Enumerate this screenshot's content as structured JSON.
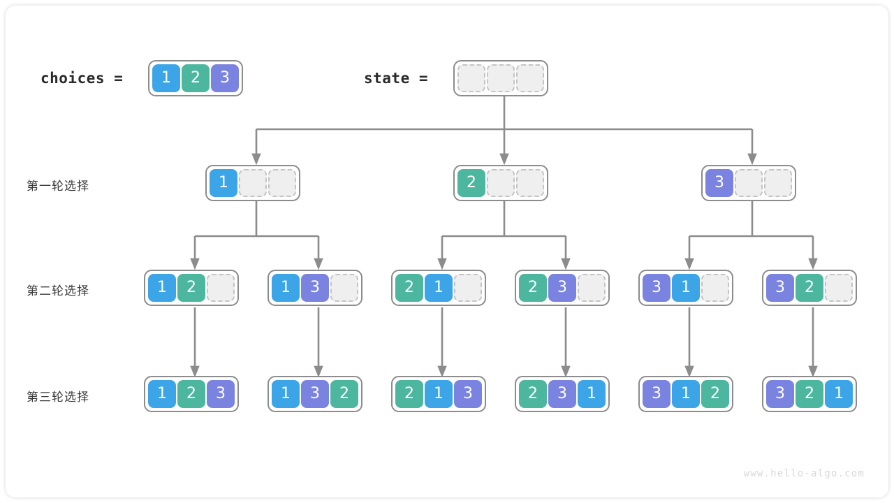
{
  "page": {
    "watermark": "www.hello-algo.com",
    "background": "#ffffff"
  },
  "colors": {
    "value_1": "#3ba5e8",
    "value_2": "#4cb79e",
    "value_3": "#7b83e0",
    "empty_cell": "#efefef",
    "empty_border": "#c4c4c4",
    "node_border": "#8c8c8c",
    "wire": "#8c8c8c",
    "text": "#2b2b2b"
  },
  "header": {
    "choices_label": "choices =",
    "choices_values": [
      "1",
      "2",
      "3"
    ],
    "state_label": "state =",
    "state_values": [
      "",
      "",
      ""
    ]
  },
  "rows": [
    {
      "label": "第一轮选择"
    },
    {
      "label": "第二轮选择"
    },
    {
      "label": "第三轮选择"
    }
  ],
  "tree": {
    "root": {
      "cells": [
        "",
        "",
        ""
      ]
    },
    "level1": [
      {
        "cells": [
          "1",
          "",
          ""
        ]
      },
      {
        "cells": [
          "2",
          "",
          ""
        ]
      },
      {
        "cells": [
          "3",
          "",
          ""
        ]
      }
    ],
    "level2": [
      {
        "cells": [
          "1",
          "2",
          ""
        ]
      },
      {
        "cells": [
          "1",
          "3",
          ""
        ]
      },
      {
        "cells": [
          "2",
          "1",
          ""
        ]
      },
      {
        "cells": [
          "2",
          "3",
          ""
        ]
      },
      {
        "cells": [
          "3",
          "1",
          ""
        ]
      },
      {
        "cells": [
          "3",
          "2",
          ""
        ]
      }
    ],
    "level3": [
      {
        "cells": [
          "1",
          "2",
          "3"
        ]
      },
      {
        "cells": [
          "1",
          "3",
          "2"
        ]
      },
      {
        "cells": [
          "2",
          "1",
          "3"
        ]
      },
      {
        "cells": [
          "2",
          "3",
          "1"
        ]
      },
      {
        "cells": [
          "3",
          "1",
          "2"
        ]
      },
      {
        "cells": [
          "3",
          "2",
          "1"
        ]
      }
    ]
  },
  "layout": {
    "level1_x": [
      367,
      722,
      1077
    ],
    "level2_x": [
      279,
      456,
      633,
      810,
      987,
      1164
    ],
    "row_y": {
      "root": 112,
      "level1": 262,
      "level2": 412,
      "level3": 564
    }
  }
}
